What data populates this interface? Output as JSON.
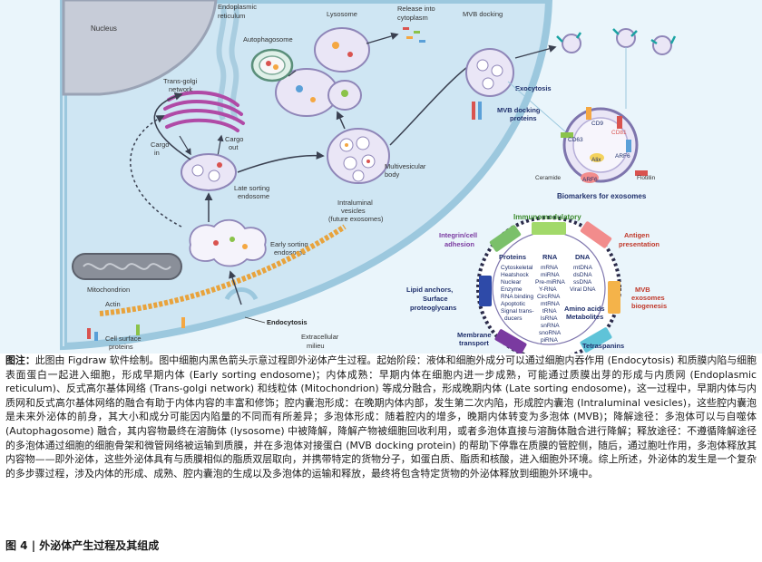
{
  "diagram": {
    "labels": {
      "nucleus": "Nucleus",
      "er": [
        "Endoplasmic",
        "reticulum"
      ],
      "lysosome": "Lysosome",
      "release": [
        "Release into",
        "cytoplasm"
      ],
      "mvb_docking": "MVB docking",
      "autophagosome": "Autophagosome",
      "trans_golgi": [
        "Trans-golgi",
        "network"
      ],
      "cargo_in": [
        "Cargo",
        "in"
      ],
      "cargo_out": [
        "Cargo",
        "out"
      ],
      "late_sorting": [
        "Late sorting",
        "endosome"
      ],
      "multivesicular": [
        "Multivesicular",
        "body"
      ],
      "intraluminal": [
        "Intraluminal",
        "vesicles",
        "(future exosomes)"
      ],
      "early_sorting": [
        "Early sorting",
        "endosome"
      ],
      "mitochondrion": "Mitochondrion",
      "actin": "Actin",
      "endocytosis": "Endocytosis",
      "cell_surface": [
        "Cell surface",
        "proteins"
      ],
      "extracellular": [
        "Extracellular",
        "milieu"
      ],
      "exocytosis": "Exocytosis",
      "mvb_docking_proteins": [
        "MVB docking",
        "proteins"
      ],
      "biomarkers": "Biomarkers for exosomes",
      "cd9": "CD9",
      "cd63": "CD63",
      "cd81": "CD81",
      "arf6_a": "ARF6",
      "alix": "Alix",
      "arf6_b": "ARF6",
      "ceramide": "Ceramide",
      "flotillin": "Flotillin",
      "immunomodulatory": "Immunomodulatory",
      "integrin": [
        "Integrin/cell",
        "adhesion"
      ],
      "antigen": [
        "Antigen",
        "presentation"
      ],
      "lipid_anchors": [
        "Lipid anchors,",
        "Surface",
        "proteoglycans"
      ],
      "mvb_exo": [
        "MVB",
        "exosomes",
        "biogenesis"
      ],
      "membrane_transport": [
        "Membrane",
        "transport"
      ],
      "tetraspanins": "Tetraspanins",
      "proteins_head": "Proteins",
      "proteins_list": [
        "Cytoskeletal",
        "Heatshock",
        "Nuclear",
        "Enzyme",
        "RNA binding",
        "Apoptotic",
        "Signal trans-",
        "ducers"
      ],
      "rna_head": "RNA",
      "rna_list": [
        "mRNA",
        "miRNA",
        "Pre-miRNA",
        "Y-RNA",
        "CircRNA",
        "mtRNA",
        "tRNA",
        "lsRNA",
        "snRNA",
        "snoRNA",
        "piRNA"
      ],
      "dna_head": "DNA",
      "dna_list": [
        "mtDNA",
        "dsDNA",
        "ssDNA",
        "Viral DNA"
      ],
      "amino_acids": [
        "Amino acids",
        "Metabolites"
      ]
    },
    "colors": {
      "cytoplasm": "#cfe6f3",
      "membrane": "#9cc8de",
      "nucleus": "#c7ccd8",
      "golgi": "#b04aa6",
      "mito": "#8a8f99",
      "er": "#dfeef6",
      "vesicle": "#eae6f6",
      "navy": "#1f2f6b",
      "arrow": "#3a4050"
    }
  },
  "caption": {
    "lead": "图注：",
    "body": "此图由 Figdraw 软件绘制。图中细胞内黑色箭头示意过程即外泌体产生过程。起始阶段：液体和细胞外成分可以通过细胞内吞作用 (Endocytosis) 和质膜内陷与细胞表面蛋白一起进入细胞，形成早期内体 (Early sorting endosome)；内体成熟：早期内体在细胞内进一步成熟，可能通过质膜出芽的形成与内质网 (Endoplasmic reticulum)、反式高尔基体网络 (Trans-golgi network) 和线粒体 (Mitochondrion) 等成分融合，形成晚期内体 (Late sorting endosome)，这一过程中，早期内体与内质网和反式高尔基体网络的融合有助于内体内容的丰富和修饰；腔内囊泡形成：在晚期内体内部，发生第二次内陷，形成腔内囊泡 (Intraluminal vesicles)，这些腔内囊泡是未来外泌体的前身，其大小和成分可能因内陷量的不同而有所差异；多泡体形成：随着腔内的增多，晚期内体转变为多泡体 (MVB)；降解途径：多泡体可以与自噬体 (Autophagosome) 融合，其内容物最终在溶酶体 (lysosome) 中被降解，降解产物被细胞回收利用，或者多泡体直接与溶酶体融合进行降解；释放途径：不遵循降解途径的多泡体通过细胞的细胞骨架和微管网络被运输到质膜，并在多泡体对接蛋白 (MVB docking protein) 的帮助下停靠在质膜的管腔侧，随后，通过胞吐作用，多泡体释放其内容物——即外泌体，这些外泌体具有与质膜相似的脂质双层取向，并携带特定的货物分子，如蛋白质、脂质和核酸，进入细胞外环境。综上所述，外泌体的发生是一个复杂的多步骤过程，涉及内体的形成、成熟、腔内囊泡的生成以及多泡体的运输和释放，最终将包含特定货物的外泌体释放到细胞外环境中。",
    "figure_title": "图 4  |  外泌体产生过程及其组成"
  }
}
